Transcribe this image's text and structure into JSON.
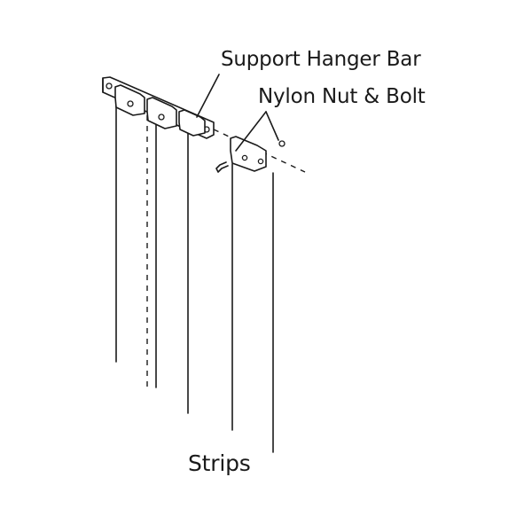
{
  "labels": {
    "support_hanger_bar": "Support Hanger Bar",
    "nylon_nut_bolt": "Nylon Nut & Bolt",
    "strips": "Strips"
  },
  "colors": {
    "line": "#1a1a1a",
    "background": "#ffffff"
  }
}
